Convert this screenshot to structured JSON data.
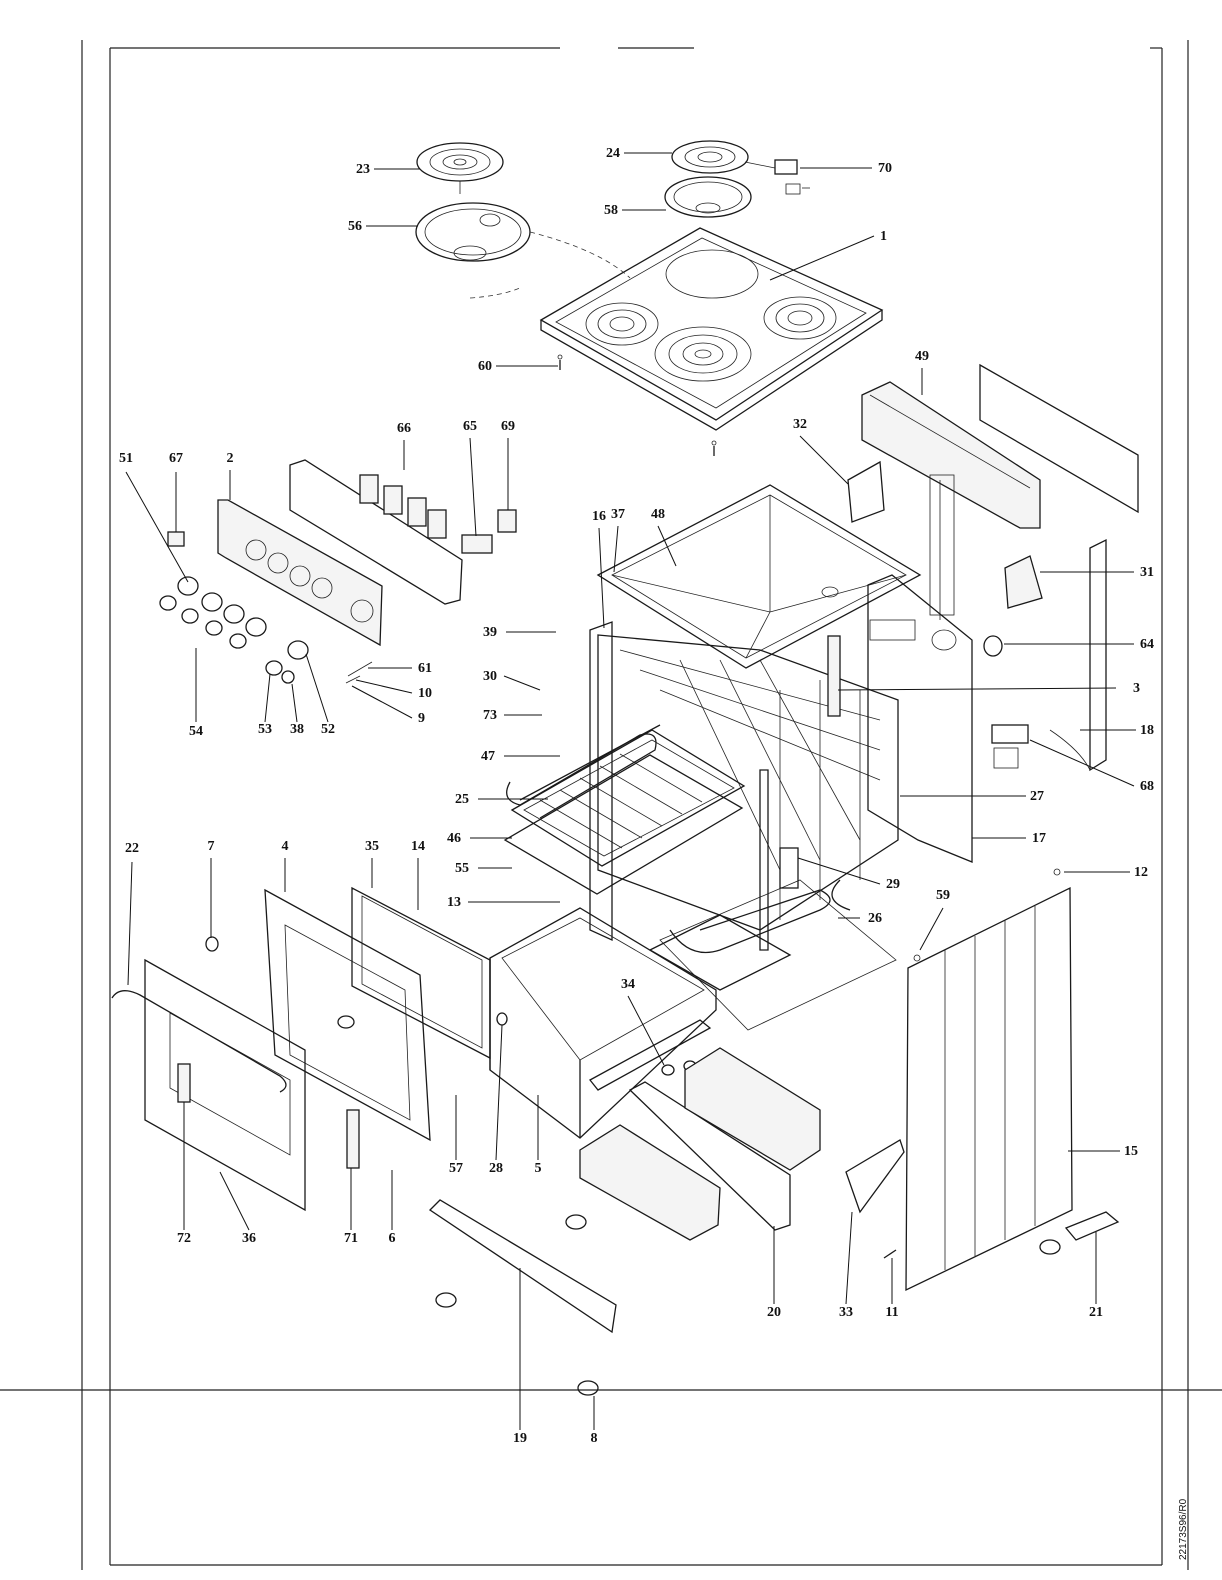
{
  "diagram": {
    "type": "exploded-parts-diagram",
    "reference_code": "22173S96/R0",
    "callouts": [
      "1",
      "2",
      "3",
      "4",
      "5",
      "6",
      "7",
      "8",
      "9",
      "10",
      "11",
      "12",
      "13",
      "14",
      "15",
      "16",
      "17",
      "18",
      "19",
      "20",
      "21",
      "22",
      "23",
      "24",
      "25",
      "26",
      "27",
      "28",
      "29",
      "30",
      "31",
      "32",
      "33",
      "34",
      "35",
      "36",
      "37",
      "38",
      "39",
      "46",
      "47",
      "48",
      "49",
      "51",
      "52",
      "53",
      "54",
      "55",
      "56",
      "57",
      "58",
      "59",
      "60",
      "61",
      "64",
      "65",
      "66",
      "67",
      "68",
      "69",
      "70",
      "71",
      "72",
      "73"
    ]
  }
}
